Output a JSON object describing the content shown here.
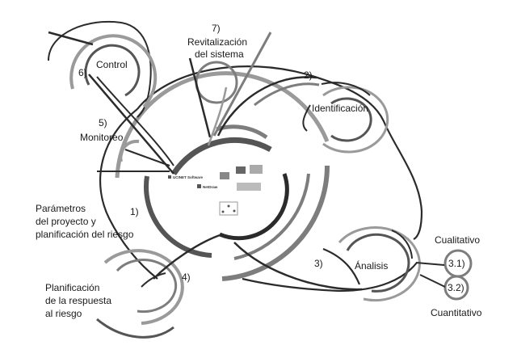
{
  "labels": {
    "step7_num": "7)",
    "step7_line1": "Revitalización",
    "step7_line2": "del sistema",
    "step6_num": "6)",
    "step6_name": "Control",
    "step2_num": "2)",
    "step2_name": "Identificación",
    "step5_num": "5)",
    "step5_name": "Monitoreo",
    "step1_num": "1)",
    "step1_line1": "Parámetros",
    "step1_line2": "del proyecto y",
    "step1_line3": "planificación del riesgo",
    "step3_num": "3)",
    "step3_name": "Ánalisis",
    "step31_num": "3.1)",
    "step31_name": "Cualitativo",
    "step32_num": "3.2)",
    "step32_name": "Cuantitativo",
    "step4_num": "4)",
    "step4_line1": "Planificación",
    "step4_line2": "de la respuesta",
    "step4_line3": "al riesgo"
  },
  "center_logos": {
    "ucinet": "UCINET Software",
    "netdraw": "NetDraw"
  }
}
